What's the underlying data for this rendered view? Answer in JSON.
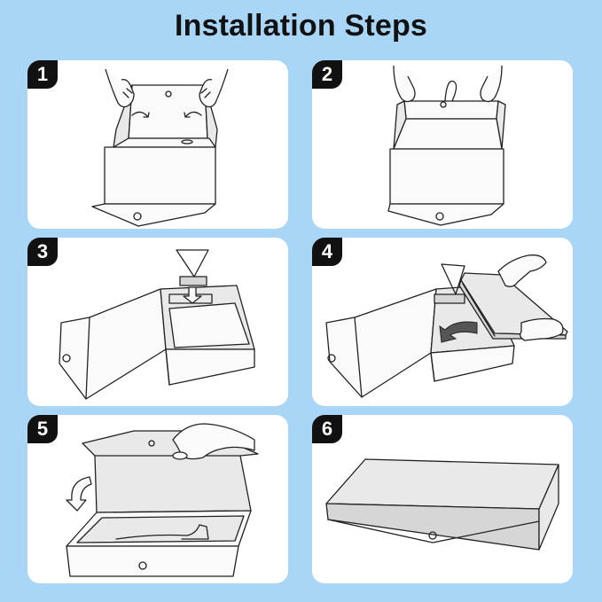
{
  "title": "Installation Steps",
  "steps": [
    {
      "number": "1"
    },
    {
      "number": "2"
    },
    {
      "number": "3"
    },
    {
      "number": "4"
    },
    {
      "number": "5"
    },
    {
      "number": "6"
    }
  ],
  "colors": {
    "background": "#a9d6f7",
    "panel": "#ffffff",
    "badge": "#111111",
    "line": "#222222"
  }
}
